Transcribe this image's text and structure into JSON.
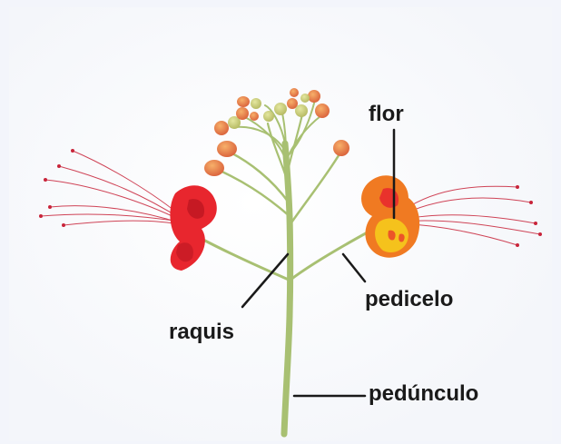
{
  "figure": {
    "labels": {
      "flor": "flor",
      "pedicelo": "pedicelo",
      "raquis": "raquis",
      "peduncle": "pedúnculo"
    },
    "colors": {
      "background": "#f3f5fb",
      "photo_bg": "#ffffff",
      "stem": "#a8c072",
      "petal_red": "#e8262e",
      "petal_orange": "#f07a22",
      "petal_yellow": "#f5c21c",
      "stamen": "#c8243a",
      "leader_line": "#1a1a1a"
    }
  }
}
